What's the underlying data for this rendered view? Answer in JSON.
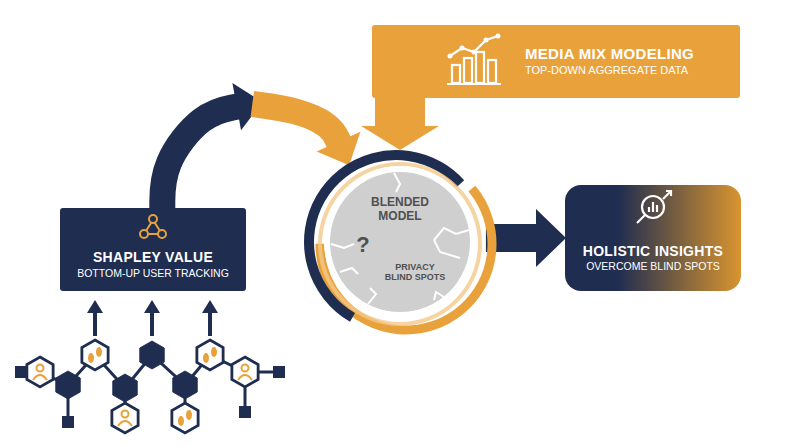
{
  "diagram": {
    "nodes": [
      {
        "text": [
          "MEDIA MIX MODELING",
          "TOP-DOWN AGGREGATE DATA"
        ]
      },
      {
        "text": [
          "SHAPLEY VALUE",
          "BOTTOM-UP USER TRACKING"
        ]
      },
      {
        "text": [
          "BLENDED MODEL",
          "?",
          "PRIVACY BLIND SPOTS"
        ]
      },
      {
        "text": [
          "HOLISTIC INSIGHTS",
          "OVERCOME BLIND SPOTS"
        ]
      }
    ],
    "edges": [
      {
        "from": 1,
        "to": 2,
        "arrow": "to"
      },
      {
        "from": 0,
        "to": 2,
        "arrow": "to"
      },
      {
        "from": 2,
        "to": 3,
        "arrow": "to"
      }
    ]
  }
}
